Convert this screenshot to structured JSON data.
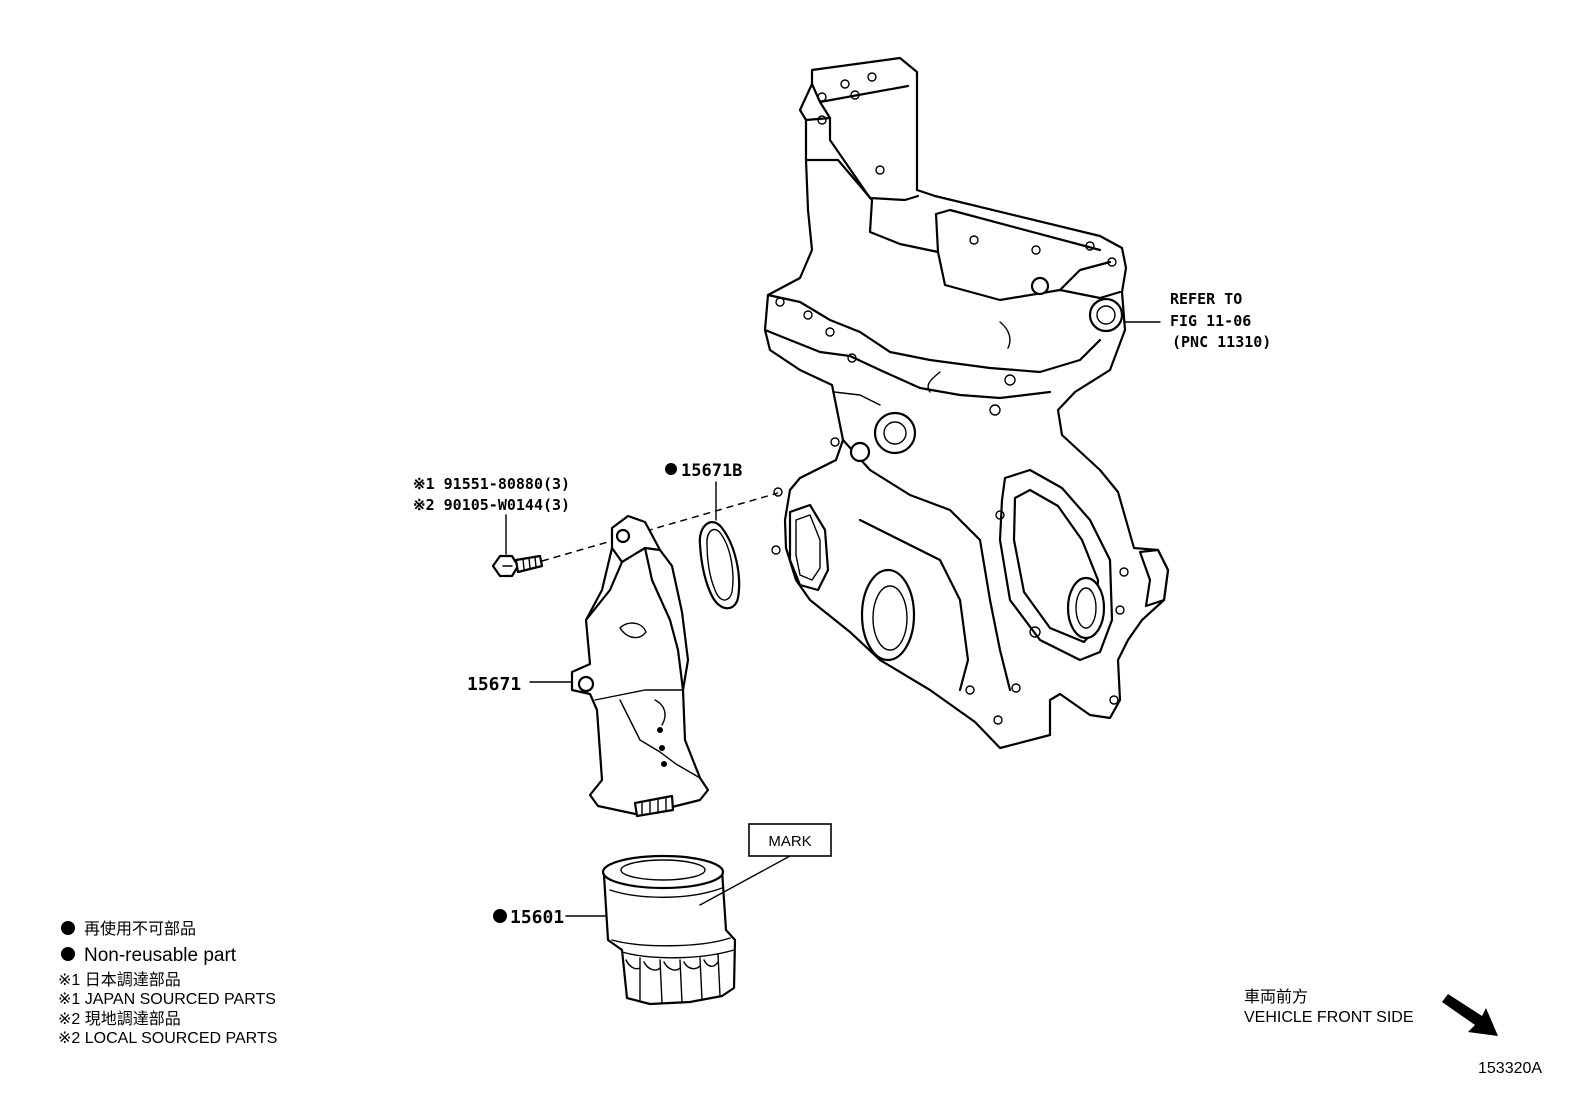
{
  "refer": {
    "line1": "REFER TO",
    "line2": "FIG 11-06",
    "line3": "(PNC 11310)"
  },
  "bolt": {
    "line1": "※1 91551-80880(3)",
    "line2": "※2 90105-W0144(3)"
  },
  "parts": {
    "gasket": "15671B",
    "bracket": "15671",
    "filter": "15601",
    "mark": "MARK"
  },
  "legend": {
    "line1": "再使用不可部品",
    "line2": "Non-reusable part",
    "line3": "※1  日本調達部品",
    "line4": "※1  JAPAN SOURCED PARTS",
    "line5": "※2  現地調達部品",
    "line6": "※2  LOCAL SOURCED PARTS"
  },
  "direction": {
    "jp": "車両前方",
    "en": "VEHICLE FRONT SIDE"
  },
  "figure_id": "153320A"
}
